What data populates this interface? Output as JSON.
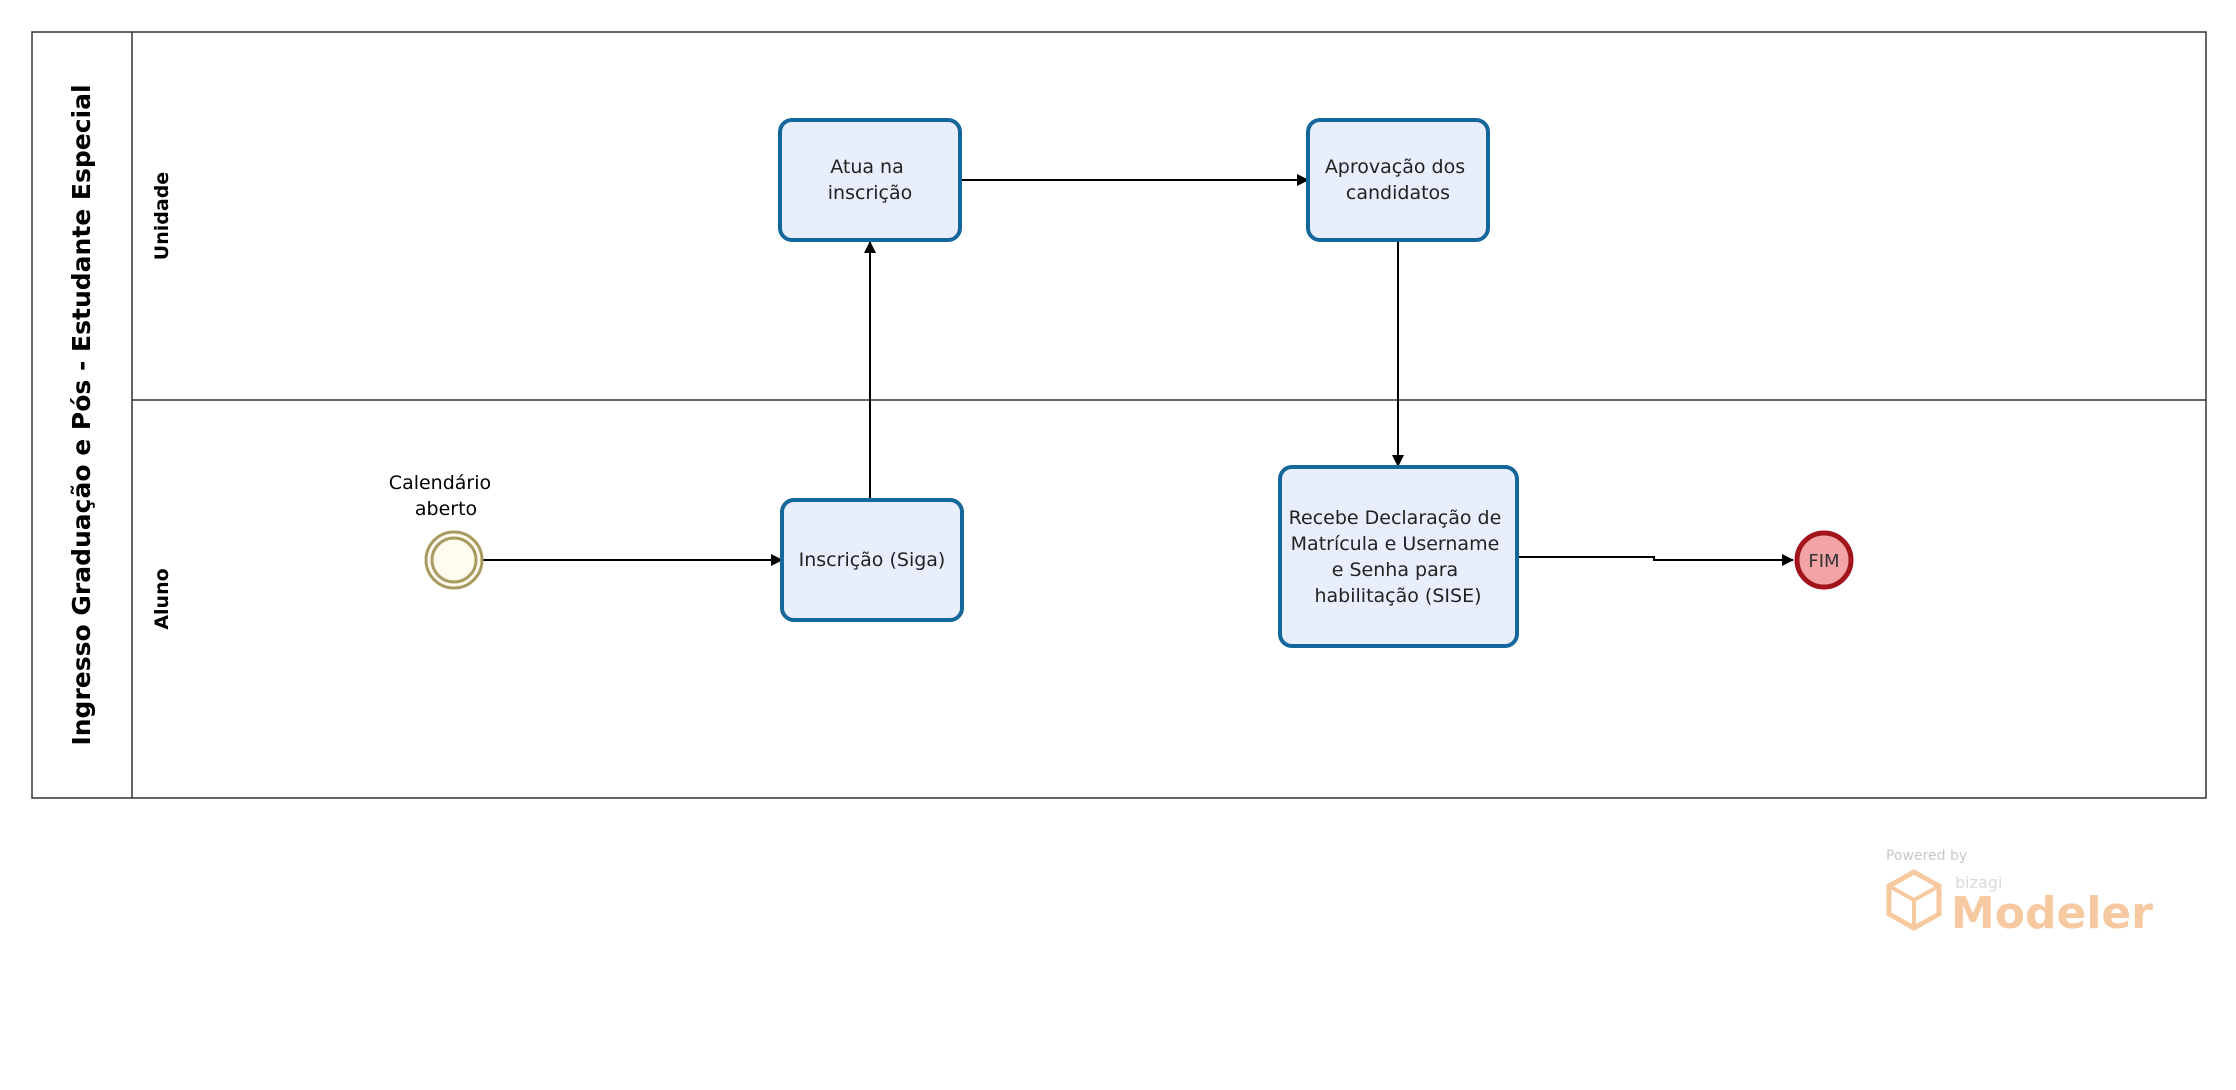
{
  "pool": {
    "title": "Ingresso Graduação e Pós - Estudante Especial"
  },
  "lanes": [
    {
      "id": "unidade",
      "label": "Unidade"
    },
    {
      "id": "aluno",
      "label": "Aluno"
    }
  ],
  "start_event": {
    "label_lines": [
      "Calendário",
      "aberto"
    ]
  },
  "tasks": {
    "atua": {
      "lines": [
        "Atua na",
        "inscrição"
      ]
    },
    "aprovacao": {
      "lines": [
        "Aprovação dos",
        "candidatos"
      ]
    },
    "inscricao": {
      "lines": [
        "Inscrição (Siga)"
      ]
    },
    "recebe": {
      "lines": [
        "Recebe Declaração de",
        "Matrícula e Username",
        "e Senha para",
        "habilitação (SISE)"
      ]
    }
  },
  "end_event": {
    "label": "FIM"
  },
  "watermark": {
    "powered": "Powered by",
    "brand": "bizagi",
    "product": "Modeler"
  },
  "colors": {
    "task_fill": "#e9eefc",
    "task_stroke": "#14679b",
    "start_stroke": "#a79b61",
    "start_fill": "#fffbef",
    "end_fill": "#f2a3a6",
    "end_stroke": "#a3141b",
    "line": "#000000",
    "watermark_orange": "#f7c9a0"
  }
}
